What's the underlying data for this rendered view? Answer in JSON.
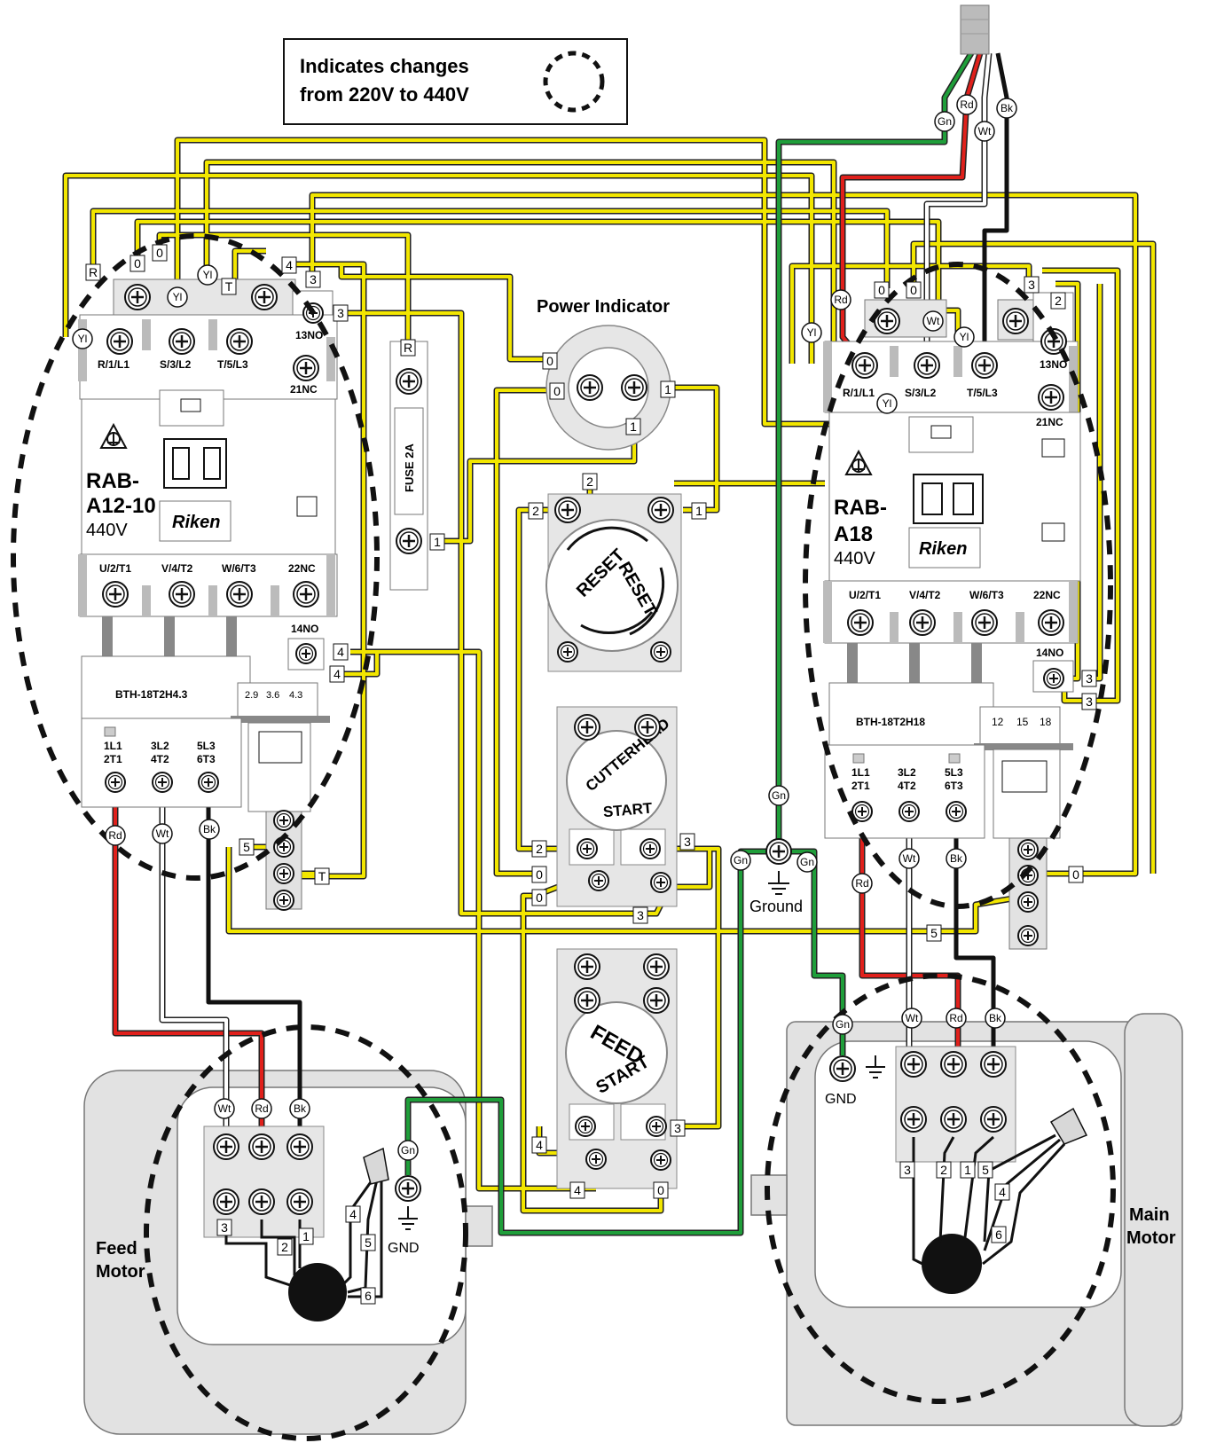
{
  "legend": {
    "line1": "Indicates changes",
    "line2": "from 220V to 440V"
  },
  "power_indicator": {
    "title": "Power Indicator"
  },
  "fuse": {
    "label": "FUSE 2A"
  },
  "contactor_left": {
    "model_line1": "RAB-",
    "model_line2": "A12-10",
    "voltage": "440V",
    "brand": "Riken",
    "top_terminals": [
      "R/1/L1",
      "S/3/L2",
      "T/5/L3"
    ],
    "aux_top": [
      "13NO",
      "21NC"
    ],
    "bottom_terminals": [
      "U/2/T1",
      "V/4/T2",
      "W/6/T3",
      "22NC"
    ],
    "aux_bottom": "14NO",
    "overload_model": "BTH-18T2H4.3",
    "overload_scale": [
      "2.9",
      "3.6",
      "4.3"
    ],
    "overload_terms": [
      [
        "1L1",
        "2T1"
      ],
      [
        "3L2",
        "4T2"
      ],
      [
        "5L3",
        "6T3"
      ]
    ]
  },
  "contactor_right": {
    "model_line1": "RAB-",
    "model_line2": "A18",
    "voltage": "440V",
    "brand": "Riken",
    "top_terminals": [
      "R/1/L1",
      "S/3/L2",
      "T/5/L3"
    ],
    "aux_top": [
      "13NO",
      "21NC"
    ],
    "bottom_terminals": [
      "U/2/T1",
      "V/4/T2",
      "W/6/T3",
      "22NC"
    ],
    "aux_bottom": "14NO",
    "overload_model": "BTH-18T2H18",
    "overload_scale": [
      "12",
      "15",
      "18"
    ],
    "overload_terms": [
      [
        "1L1",
        "2T1"
      ],
      [
        "3L2",
        "4T2"
      ],
      [
        "5L3",
        "6T3"
      ]
    ]
  },
  "switches": {
    "reset": "RESET",
    "cutterhead": [
      "CUTTERHEAD",
      "START"
    ],
    "feed": [
      "FEED",
      "START"
    ]
  },
  "ground": {
    "label": "Ground"
  },
  "feed_motor": {
    "title_line1": "Feed",
    "title_line2": "Motor",
    "gnd": "GND"
  },
  "main_motor": {
    "title_line1": "Main",
    "title_line2": "Motor",
    "gnd": "GND"
  },
  "wire_tags": {
    "green": "Gn",
    "red": "Rd",
    "white": "Wt",
    "black": "Bk",
    "yellow": "Yl"
  },
  "terminal_tags": [
    "0",
    "1",
    "2",
    "3",
    "4",
    "5",
    "6",
    "R",
    "T"
  ],
  "colors": {
    "yellow": "#f2e600",
    "green": "#1f9e3a",
    "red": "#e0201b",
    "black": "#111111",
    "gray": "#d6d6d6"
  }
}
